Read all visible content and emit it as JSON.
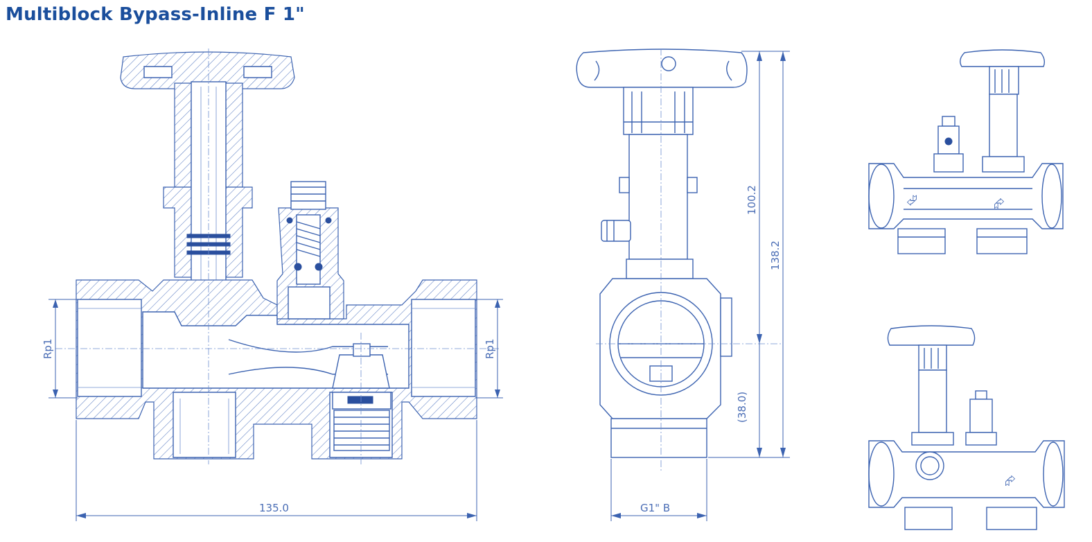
{
  "title": "Multiblock Bypass-Inline F 1\"",
  "colors": {
    "title": "#1a4e9c",
    "line": "#3b62b0"
  },
  "dimensions": {
    "rp_left": "Rp1",
    "rp_right": "Rp1",
    "width_total": "135.0",
    "height_upper": "100.2",
    "height_total": "138.2",
    "height_lower": "(38.0)",
    "thread": "G1\" B"
  }
}
